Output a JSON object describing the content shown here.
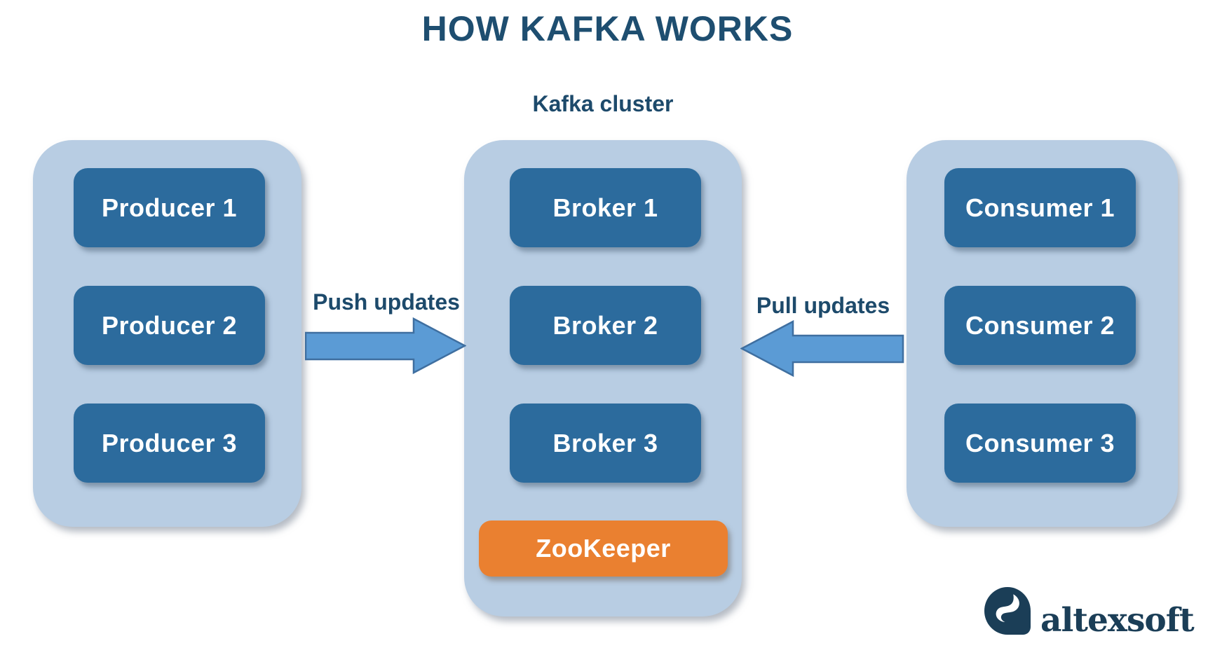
{
  "title": "HOW KAFKA WORKS",
  "cluster": {
    "label": "Kafka cluster",
    "brokers": [
      {
        "label": "Broker 1"
      },
      {
        "label": "Broker 2"
      },
      {
        "label": "Broker 3"
      }
    ],
    "zookeeper": {
      "label": "ZooKeeper"
    }
  },
  "producers": [
    {
      "label": "Producer 1"
    },
    {
      "label": "Producer 2"
    },
    {
      "label": "Producer 3"
    }
  ],
  "consumers": [
    {
      "label": "Consumer 1"
    },
    {
      "label": "Consumer 2"
    },
    {
      "label": "Consumer 3"
    }
  ],
  "arrows": {
    "push": {
      "label": "Push updates",
      "direction": "right"
    },
    "pull": {
      "label": "Pull updates",
      "direction": "left"
    }
  },
  "logo": {
    "wordmark": "altexsoft",
    "icon": "altexsoft-mark-icon"
  },
  "colors": {
    "node_blue": "#2c6b9d",
    "container_blue": "#b8cde3",
    "zookeeper_orange": "#ea8030",
    "arrow_fill": "#5b9bd5",
    "arrow_stroke": "#3f6fa0",
    "heading_navy": "#1e4e70",
    "label_navy": "#1d4a6b",
    "logo_navy": "#1b3e57",
    "node_text": "#ffffff",
    "background": "#ffffff"
  }
}
